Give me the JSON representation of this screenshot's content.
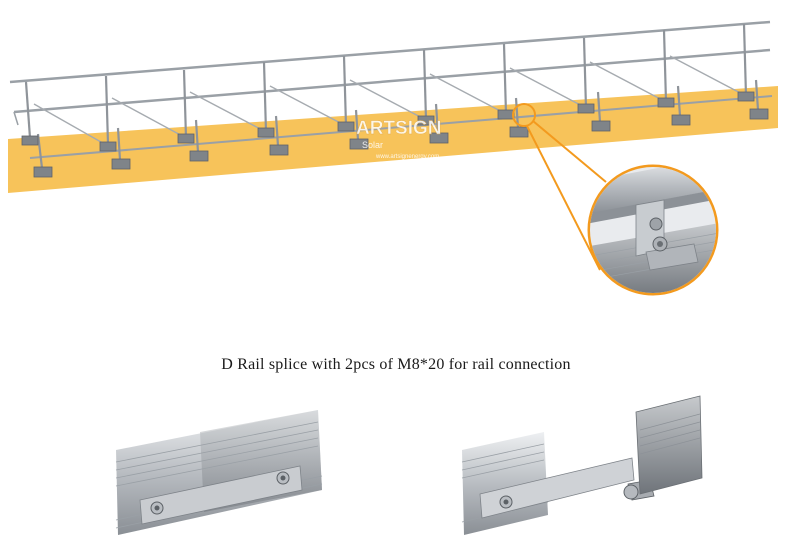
{
  "caption": "D Rail splice with 2pcs of M8*20 for rail connection",
  "watermark": {
    "brand": "ARTSIGN",
    "sub": "Solar",
    "url": "www.artsignenergy.com"
  },
  "colors": {
    "ground": "#f7c35a",
    "callout": "#f39a1e",
    "metal_light": "#d4d7da",
    "metal_dark": "#7d8288"
  }
}
